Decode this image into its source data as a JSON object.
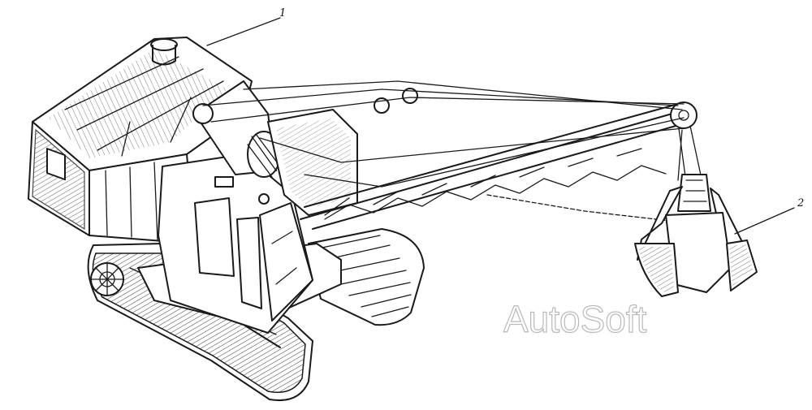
{
  "callouts": [
    {
      "label": "1",
      "part": "upper-housing"
    },
    {
      "label": "2",
      "part": "grab-bucket"
    }
  ],
  "watermark": {
    "text": "AutoSoft",
    "color": "#b9b9b9"
  }
}
